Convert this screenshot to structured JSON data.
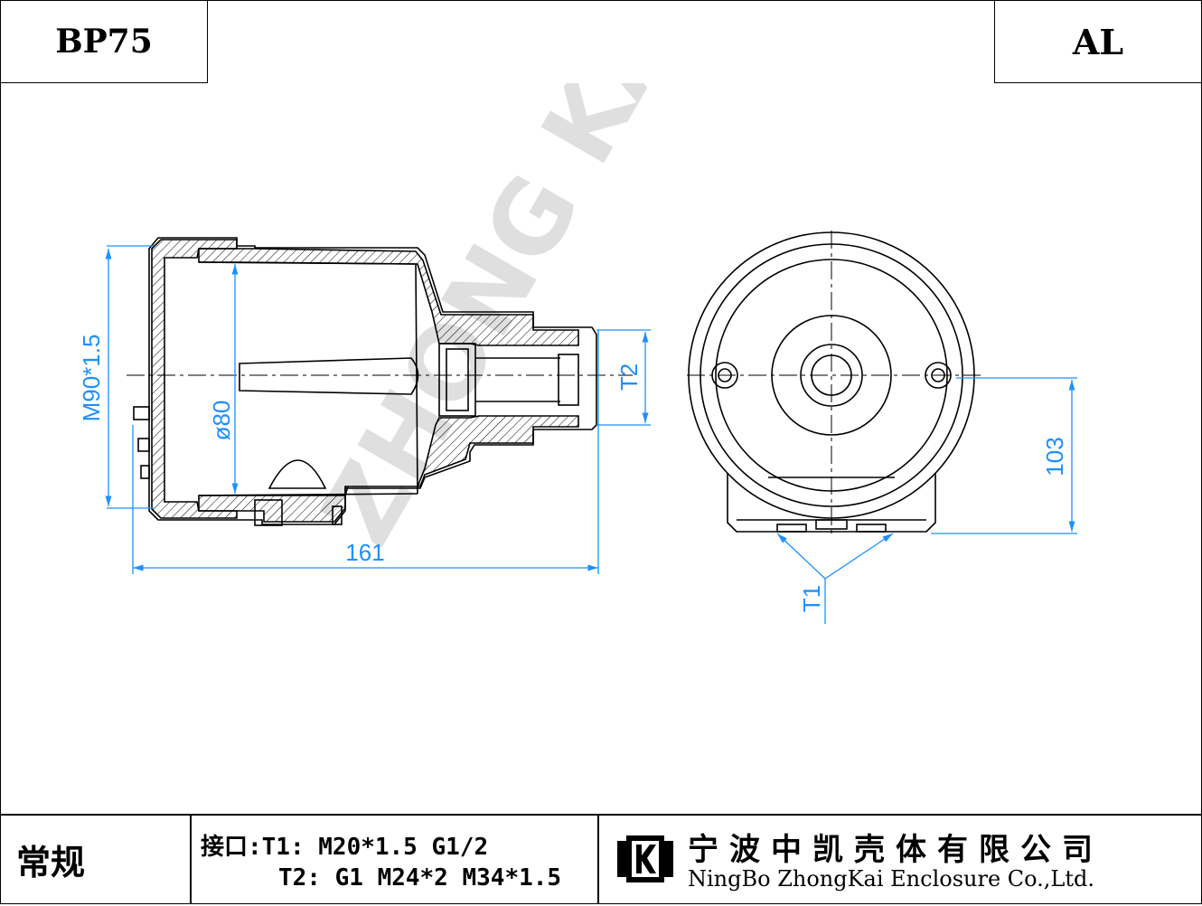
{
  "header": {
    "model": "BP75",
    "material": "AL"
  },
  "dimensions": {
    "thread_m90": "M90*1.5",
    "dia80": "ø80",
    "length_161": "161",
    "port_t2": "T2",
    "height_103": "103",
    "port_t1": "T1"
  },
  "watermark": "ZHONG KAI",
  "footer": {
    "type": "常规",
    "ports_t1": "接口:T1: M20*1.5 G1/2",
    "ports_t2": "T2: G1 M24*2 M34*1.5",
    "company_cn": "宁波中凯壳体有限公司",
    "company_en": "NingBo ZhongKai Enclosure Co.,Ltd."
  },
  "colors": {
    "dimension": "#1e90ff",
    "line": "#000000"
  }
}
